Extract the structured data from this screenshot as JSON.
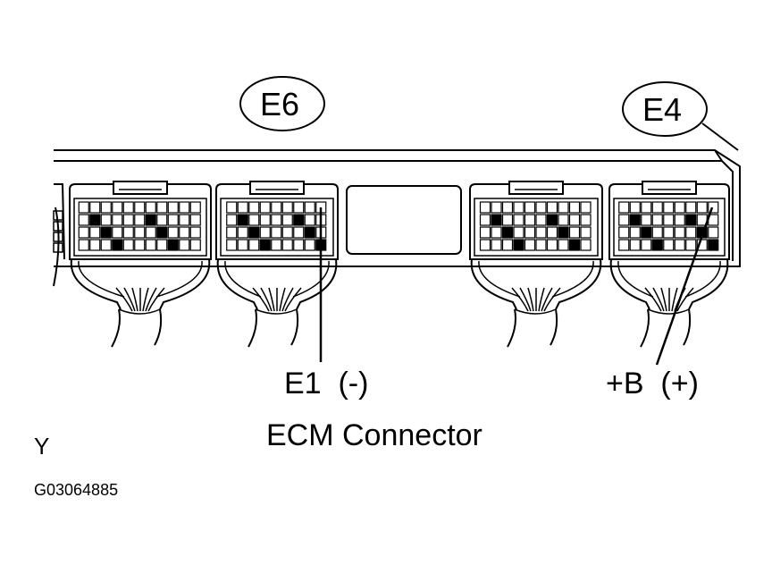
{
  "callouts": [
    {
      "id": "E6",
      "label": "E6"
    },
    {
      "id": "E4",
      "label": "E4"
    }
  ],
  "pin_labels": {
    "e1": "E1  (-)",
    "plus_b": "+B  (+)"
  },
  "caption": "ECM Connector",
  "corner_letter": "Y",
  "figure_code": "G03064885",
  "colors": {
    "ink": "#000000",
    "paper": "#ffffff"
  }
}
